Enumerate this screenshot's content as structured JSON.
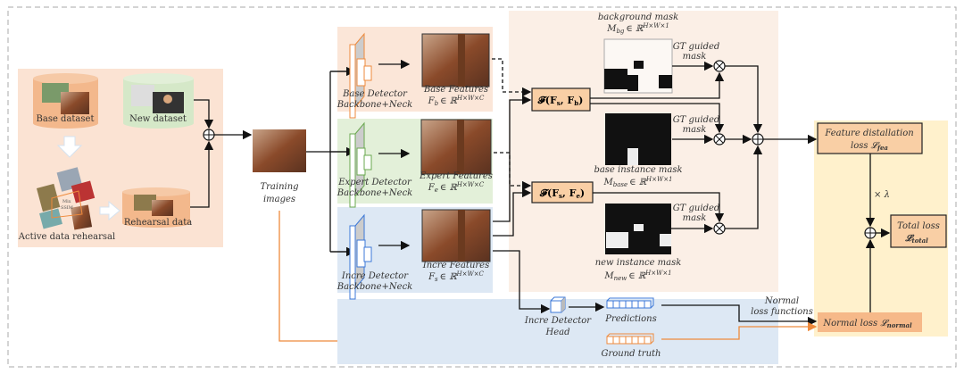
{
  "datasets": {
    "base": "Base dataset",
    "new": "New dataset",
    "rehearsal": "Rehearsal data",
    "active": "Active  data rehearsal",
    "mix": "Mix",
    "ssim": "SSIM"
  },
  "training": {
    "line1": "Training",
    "line2": "images"
  },
  "detectors": [
    {
      "name": "Base Detector",
      "sub": "Backbone+Neck",
      "feat": "Base Features",
      "sym": "F",
      "symsub": "b",
      "space": "∈ ℝ",
      "sup": "H×W×C"
    },
    {
      "name": "Expert Detector",
      "sub": "Backbone+Neck",
      "feat": "Expert Features",
      "sym": "F",
      "symsub": "e",
      "space": "∈ ℝ",
      "sup": "H×W×C"
    },
    {
      "name": "Incre Detector",
      "sub": "Backbone+Neck",
      "feat": "Incre Features",
      "sym": "F",
      "symsub": "s",
      "space": "∈ ℝ",
      "sup": "H×W×C"
    }
  ],
  "fboxes": [
    "𝓕(F",
    "s",
    ", F",
    "b",
    ")",
    "𝓕(F",
    "s",
    ", F",
    "e",
    ")"
  ],
  "masks": [
    {
      "title": "background mask",
      "sym": "M",
      "sub": "bg",
      "space": "∈ ℝ",
      "sup": "H×W×1"
    },
    {
      "title": "base instance mask",
      "sym": "M",
      "sub": "base",
      "space": "∈ ℝ",
      "sup": "H×W×1"
    },
    {
      "title": "new instance mask",
      "sym": "M",
      "sub": "new",
      "space": "∈ ℝ",
      "sup": "H×W×1"
    }
  ],
  "gt": {
    "line1": "GT guided",
    "line2": "mask"
  },
  "head": {
    "line1": "Incre Detector",
    "line2": "Head"
  },
  "predictions": "Predictions",
  "ground_truth": "Ground truth",
  "normal_fn": {
    "line1": "Normal",
    "line2": "loss functions"
  },
  "losses": {
    "fea_line1": "Feature distallation",
    "fea_line2": "loss 𝓛",
    "fea_sub": "fea",
    "lambda": "× λ",
    "total_line1": "Total loss",
    "total_line2": "𝓛",
    "total_sub": "total",
    "normal": "Normal loss 𝓛",
    "normal_sub": "normal"
  },
  "colors": {
    "orange": "#ee8a3c",
    "green": "#6aa84f",
    "blue": "#3c78d8",
    "peach": "#fbe6d8",
    "yellow": "#fff1cc"
  }
}
